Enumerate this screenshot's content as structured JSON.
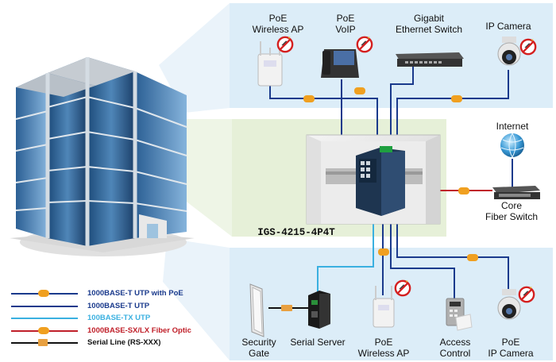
{
  "devices_top": {
    "poe_wireless_ap": [
      "PoE",
      "Wireless AP"
    ],
    "poe_voip": [
      "PoE",
      "VoIP"
    ],
    "gigabit_switch": [
      "Gigabit",
      "Ethernet Switch"
    ],
    "ip_camera": [
      "IP Camera"
    ]
  },
  "devices_right": {
    "internet": "Internet",
    "core_fiber_switch": [
      "Core",
      "Fiber Switch"
    ]
  },
  "center": {
    "model": "IGS-4215-4P4T"
  },
  "devices_bottom": {
    "security_gate": [
      "Security",
      "Gate"
    ],
    "serial_server": [
      "Serial Server"
    ],
    "poe_wireless_ap": [
      "PoE",
      "Wireless AP"
    ],
    "access_control": [
      "Access",
      "Control"
    ],
    "poe_ip_camera": [
      "PoE",
      "IP Camera"
    ]
  },
  "legend": [
    {
      "label": "1000BASE-T UTP with PoE",
      "color": "#1a3a8c",
      "text_color": "#1a3a8c",
      "badge": "PoE"
    },
    {
      "label": "1000BASE-T UTP",
      "color": "#1a3a8c",
      "text_color": "#1a3a8c"
    },
    {
      "label": "100BASE-TX UTP",
      "color": "#3ab0e0",
      "text_color": "#3ab0e0"
    },
    {
      "label": "1000BASE-SX/LX Fiber Optic",
      "color": "#c0202a",
      "text_color": "#c0202a",
      "badge": "Fiber"
    },
    {
      "label": "Serial Line (RS-XXX)",
      "color": "#111111",
      "text_color": "#111111",
      "badge": "Serial"
    }
  ],
  "colors": {
    "panel": "#dcedf8",
    "center_panel": "#e6f0d8",
    "utp": "#1a3a8c",
    "tx": "#3ab0e0",
    "fiber": "#c0202a",
    "poe_badge": "#f0a020"
  },
  "icons": [
    "building-icon",
    "wireless-ap-icon",
    "voip-phone-icon",
    "ethernet-switch-icon",
    "ip-camera-icon",
    "globe-icon",
    "fiber-switch-icon",
    "industrial-switch-icon",
    "security-gate-icon",
    "serial-server-icon",
    "access-control-icon",
    "no-power-icon"
  ]
}
